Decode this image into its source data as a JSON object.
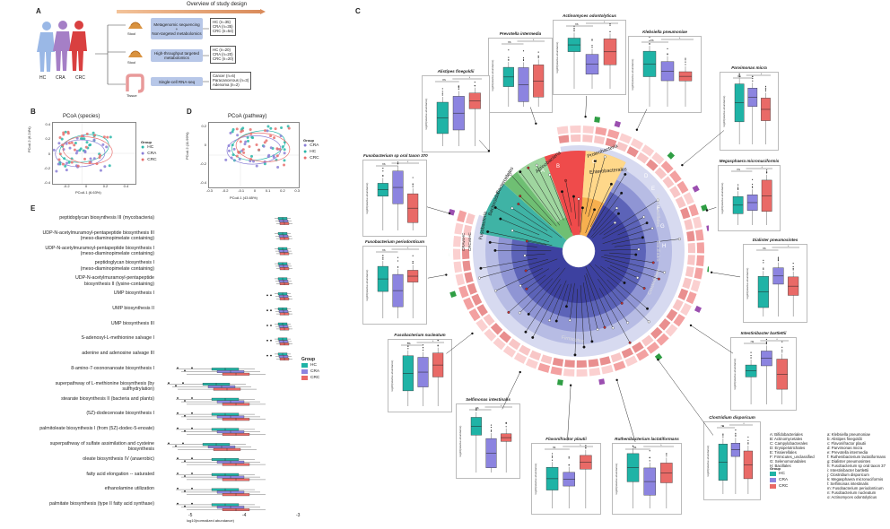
{
  "panels": {
    "a": "A",
    "b": "B",
    "c": "C",
    "d": "D",
    "e": "E"
  },
  "panel_a": {
    "overview": "Overview of study design",
    "groups": [
      "HC",
      "CRA",
      "CRC"
    ],
    "stool": "Stool",
    "tissue": "Tissue",
    "method1": "Metagenomic sequencing\n+\nNon-targeted metabolomics",
    "method2": "High-throughput targeted\nmetabolomics",
    "method3": "Single-cell RNA-seq",
    "legend1": "HC    (n=35)\nCRA  (n=35)\nCRC  (n=54)",
    "legend2": "HC    (n=20)\nCRA  (n=20)\nCRC  (n=20)",
    "legend3": "Cancer (n=6)\nParacancerous (n=3)\nAdenoma (n=2)"
  },
  "panel_b": {
    "title": "PCoA (species)",
    "xlabel": "PCoA 1 (6.63%)",
    "ylabel": "PCoA 2 (6.24%)",
    "xticks": [
      "-0.2",
      "0",
      "0.2",
      "0.4"
    ],
    "yticks": [
      "0.4",
      "0.2",
      "0",
      "-0.2",
      "-0.4"
    ]
  },
  "panel_d": {
    "title": "PCoA (pathway)",
    "xlabel": "PCoA 1 (43.65%)",
    "ylabel": "PCoA 2 (11.99%)",
    "xticks": [
      "-0.3",
      "-0.2",
      "-0.1",
      "0",
      "0.1",
      "0.2",
      "0.3"
    ],
    "yticks": [
      "0.2",
      "0",
      "-0.2",
      "-0.4"
    ]
  },
  "group_legend": {
    "title": "Group",
    "items": [
      {
        "name": "CRA",
        "color": "#8b7fd6"
      },
      {
        "name": "HC",
        "color": "#2ab7a9"
      },
      {
        "name": "CRC",
        "color": "#e8716f"
      }
    ]
  },
  "group_legend_e": {
    "title": "Group",
    "items": [
      {
        "name": "HC",
        "color": "#1fb3a6"
      },
      {
        "name": "CRA",
        "color": "#8c84e0"
      },
      {
        "name": "CRC",
        "color": "#e96a67"
      }
    ]
  },
  "panel_e": {
    "xlabel": "log10(normalized abundance)",
    "xticks": [
      "-5",
      "-4",
      "-3"
    ],
    "pathways": [
      "peptidoglycan biosynthesis III (mycobacteria)",
      "UDP-N-acetylmuramoyl-pentapeptide biosynthesis III\n(meso-diaminopimelate containing)",
      "UDP-N-acetylmuramoyl-pentapeptide biosynthesis I\n(meso-diaminopimelate containing)",
      "peptidoglycan biosynthesis I\n(meso-diaminopimelate containing)",
      "UDP-N-acetylmuramoyl-pentapeptide\nbiosynthesis II (lysine-containing)",
      "UMP biosynthesis I",
      "UMP biosynthesis II",
      "UMP biosynthesis III",
      "S-adenosyl-L-methionine salvage I",
      "adenine and adenosine salvage III",
      "8-amino-7-oxononanoate biosynthesis I",
      "superpathway of L-methionine biosynthesis (by sulfhydrylation)",
      "stearate biosynthesis II (bacteria and plants)",
      "(5Z)-dodecenoate biosynthesis I",
      "palmitoleate biosynthesis I (from (5Z)-dodec-5-enoate)",
      "superpathway of sulfate assimilation and cysteine biosynthesis",
      "oleate biosynthesis IV (anaerobic)",
      "fatty acid elongation -- saturated",
      "ethanolamine utilization",
      "palmitate biosynthesis (type II fatty acid synthase)"
    ]
  },
  "panel_c": {
    "clades": [
      {
        "name": "Proteobacteria",
        "color": "#f2a64a"
      },
      {
        "name": "Enterobacterales",
        "color": "#ffd27a"
      },
      {
        "name": "Actinobacteria",
        "color": "#ef3a3a"
      },
      {
        "name": "Bacteroidetes",
        "color": "#6fbf73"
      },
      {
        "name": "Bacteroidia",
        "color": "#6fbf73"
      },
      {
        "name": "Fusobacteria",
        "color": "#3fb3a5"
      },
      {
        "name": "Firmicutes",
        "color": "#3b3ba0"
      },
      {
        "name": "Clostridiales",
        "color": "#3b3ba0"
      },
      {
        "name": "Lactobacillales",
        "color": "#3b3ba0"
      },
      {
        "name": "Bacillales",
        "color": "#3b3ba0"
      }
    ],
    "sector_letters": [
      "A",
      "B",
      "C",
      "D",
      "E",
      "F",
      "G",
      "H"
    ],
    "inner_labels": [
      "CRAvsHC",
      "CRCvsHC"
    ],
    "key_left": [
      "A: Bifidobacteriales",
      "B: Actinomycetales",
      "C: Campylobacterales",
      "D: Erysipelotrichales",
      "E: Tissierellales",
      "F: Firmicutes_unclassified",
      "G: Selenomonadales",
      "H: Bacillales"
    ],
    "key_right": [
      "a: Klebsiella pneumoniae",
      "b: Alistipes finegoldii",
      "c: Flavonifractor plautii",
      "d: Parvimonas micra",
      "e: Prevotella intermedia",
      "f: Ruthenibacterium lactatiformans",
      "g: Dialister pneumosintes",
      "h: Fusobacterium sp oral taxon 37",
      "i: Intestinibacter bartlettii",
      "j: Clostridium disporicum",
      "k: Megasphaera micronuciformis",
      "l: Selfimonas intestinalis",
      "m: Fusobacterium periodonticum",
      "n: Fusobacterium nucleatum",
      "o: Actinomyces odontolyticus"
    ],
    "minis": [
      {
        "title": "Actinomyces odontolyticus",
        "ylabel": "log10(relative abundance)"
      },
      {
        "title": "Prevotella intermedia",
        "ylabel": "log10(relative abundance)"
      },
      {
        "title": "Klebsiella pneumoniae",
        "ylabel": "log10(relative abundance)"
      },
      {
        "title": "Alistipes finegoldii",
        "ylabel": "log10(relative abundance)"
      },
      {
        "title": "Parvimonas micra",
        "ylabel": "log10(relative abundance)"
      },
      {
        "title": "Fusobacterium sp oral taxon 370",
        "ylabel": "log10(relative abundance)"
      },
      {
        "title": "Megasphaera micronuciformis",
        "ylabel": "log10(relative abundance)"
      },
      {
        "title": "Fusobacterium periodonticum",
        "ylabel": "log10(relative abundance)"
      },
      {
        "title": "Dialister pneumosintes",
        "ylabel": "log10(relative abundance)"
      },
      {
        "title": "Fusobacterium nucleatum",
        "ylabel": "log10(relative abundance)"
      },
      {
        "title": "Intestinibacter bartlettii",
        "ylabel": "log10(relative abundance)"
      },
      {
        "title": "Selfimonas intestinalis",
        "ylabel": "log10(relative abundance)"
      },
      {
        "title": "Flavonifractor plautii",
        "ylabel": "log10(relative abundance)"
      },
      {
        "title": "Ruthenibacterium lactatiformans",
        "ylabel": "log10(relative abundance)"
      },
      {
        "title": "Clostridium disporicum",
        "ylabel": "log10(relative abundance)"
      }
    ],
    "ns": "ns",
    "sig": "*"
  }
}
